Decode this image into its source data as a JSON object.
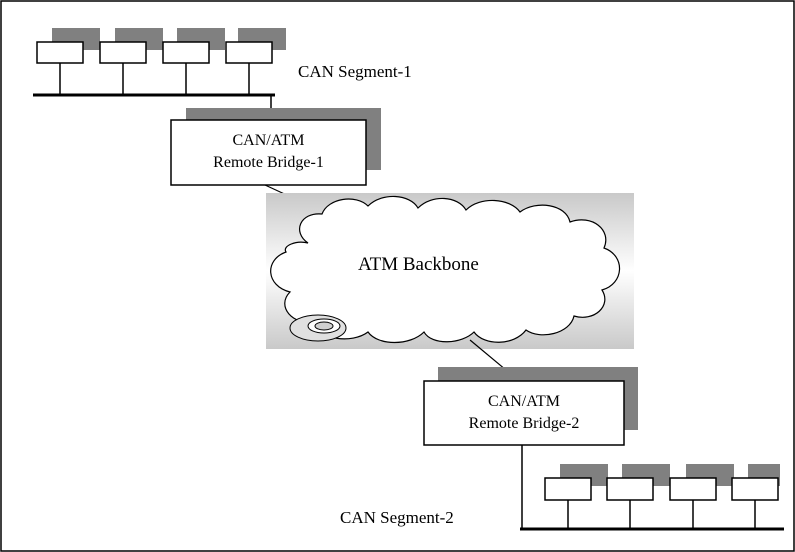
{
  "diagram": {
    "segment1_label": "CAN Segment-1",
    "segment2_label": "CAN Segment-2",
    "bridge1": {
      "line1": "CAN/ATM",
      "line2": "Remote Bridge-1"
    },
    "bridge2": {
      "line1": "CAN/ATM",
      "line2": "Remote Bridge-2"
    },
    "backbone_label": "ATM Backbone",
    "colors": {
      "shadow": "#808080",
      "line": "#000000",
      "cloud_gradient_light": "#ffffff",
      "cloud_gradient_dark": "#c8c8c8"
    }
  }
}
